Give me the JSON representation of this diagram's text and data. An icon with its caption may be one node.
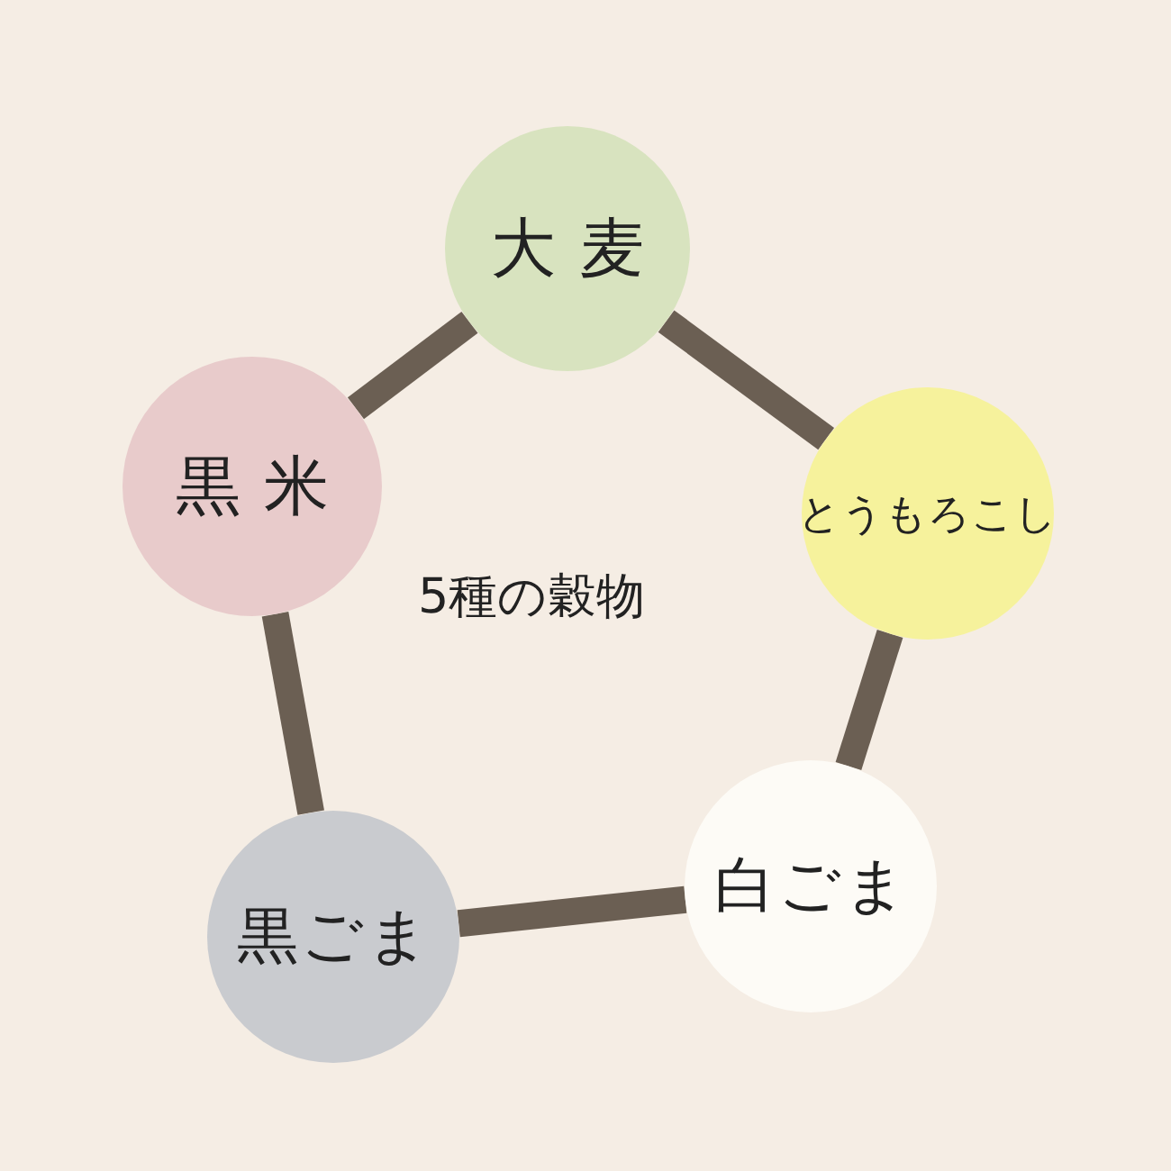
{
  "diagram": {
    "nodes": [
      {
        "text": [
          "大麦"
        ]
      },
      {
        "text": [
          "とうもろこし"
        ]
      },
      {
        "text": [
          "白ごま"
        ]
      },
      {
        "text": [
          "黒ごま"
        ]
      },
      {
        "text": [
          "黒米"
        ]
      }
    ],
    "edges": [
      {
        "from": 0,
        "to": 1,
        "arrow": "none"
      },
      {
        "from": 1,
        "to": 2,
        "arrow": "none"
      },
      {
        "from": 2,
        "to": 3,
        "arrow": "none"
      },
      {
        "from": 3,
        "to": 4,
        "arrow": "none"
      },
      {
        "from": 4,
        "to": 0,
        "arrow": "none"
      }
    ],
    "labels": [
      "5種の穀物"
    ]
  }
}
